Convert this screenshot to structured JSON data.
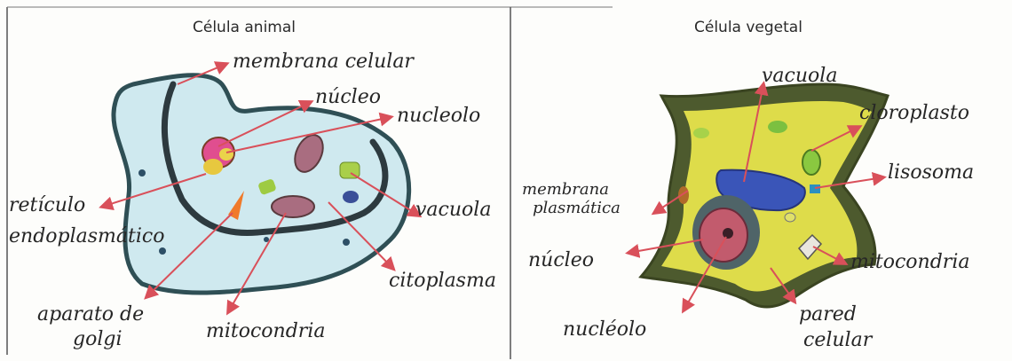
{
  "panels": {
    "animal": {
      "title": "Célula animal",
      "labels": {
        "membrane": "membrana celular",
        "nucleus": "núcleo",
        "nucleolus": "nucleolo",
        "er_line1": "retículo",
        "er_line2": "endoplasmático",
        "vacuole": "vacuola",
        "cytoplasm": "citoplasma",
        "golgi_line1": "aparato de",
        "golgi_line2": "golgi",
        "mitochondria": "mitocondria"
      }
    },
    "plant": {
      "title": "Célula vegetal",
      "labels": {
        "vacuole": "vacuola",
        "chloroplast": "cloroplasto",
        "lysosome": "lisosoma",
        "plasma_membrane_line1": "membrana",
        "plasma_membrane_line2": "plasmática",
        "nucleus": "núcleo",
        "mitochondria": "mitocondria",
        "nucleolus": "nucléolo",
        "cell_wall_line1": "pared",
        "cell_wall_line2": "celular"
      }
    }
  },
  "colors": {
    "arrow": "#d9505a",
    "animal_cytoplasm": "#cfe9ef",
    "animal_membrane": "#2f4f55",
    "plant_wall": "#4d5a2e",
    "plant_cytoplasm": "#dedc4a",
    "plant_vacuole": "#3a55b8"
  }
}
